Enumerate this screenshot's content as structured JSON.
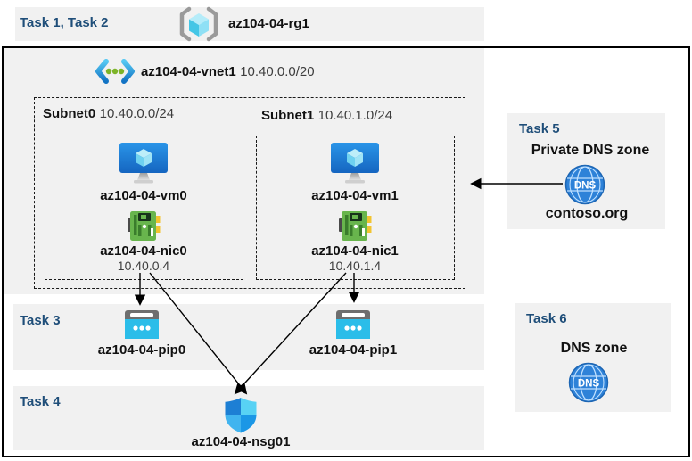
{
  "tasks": {
    "task12": "Task 1, Task 2",
    "task3": "Task 3",
    "task4": "Task 4",
    "task5": "Task 5",
    "task6": "Task 6"
  },
  "resource_group": {
    "name": "az104-04-rg1"
  },
  "vnet": {
    "name": "az104-04-vnet1",
    "cidr": "10.40.0.0/20"
  },
  "subnets": [
    {
      "name": "Subnet0",
      "cidr": "10.40.0.0/24",
      "vm": "az104-04-vm0",
      "nic": "az104-04-nic0",
      "ip": "10.40.0.4"
    },
    {
      "name": "Subnet1",
      "cidr": "10.40.1.0/24",
      "vm": "az104-04-vm1",
      "nic": "az104-04-nic1",
      "ip": "10.40.1.4"
    }
  ],
  "public_ips": [
    {
      "name": "az104-04-pip0"
    },
    {
      "name": "az104-04-pip1"
    }
  ],
  "nsg": {
    "name": "az104-04-nsg01"
  },
  "private_dns": {
    "title": "Private DNS zone",
    "zone": "contoso.org",
    "icon_text": "DNS"
  },
  "dns_zone": {
    "title": "DNS zone",
    "icon_text": "DNS"
  },
  "colors": {
    "task_heading": "#1f4e79",
    "panel_gray": "#f1f1f1",
    "frame_border": "#000000",
    "pip_cyan": "#2bbde9",
    "nic_green": "#68b54d",
    "dns_blue": "#2e82d8",
    "vm_blue": "#1e7fd0",
    "vnet_dot_green": "#7db428"
  },
  "icons": [
    "resource-group-icon",
    "vnet-icon",
    "vm-icon",
    "nic-icon",
    "public-ip-icon",
    "dns-icon",
    "nsg-shield-icon"
  ]
}
